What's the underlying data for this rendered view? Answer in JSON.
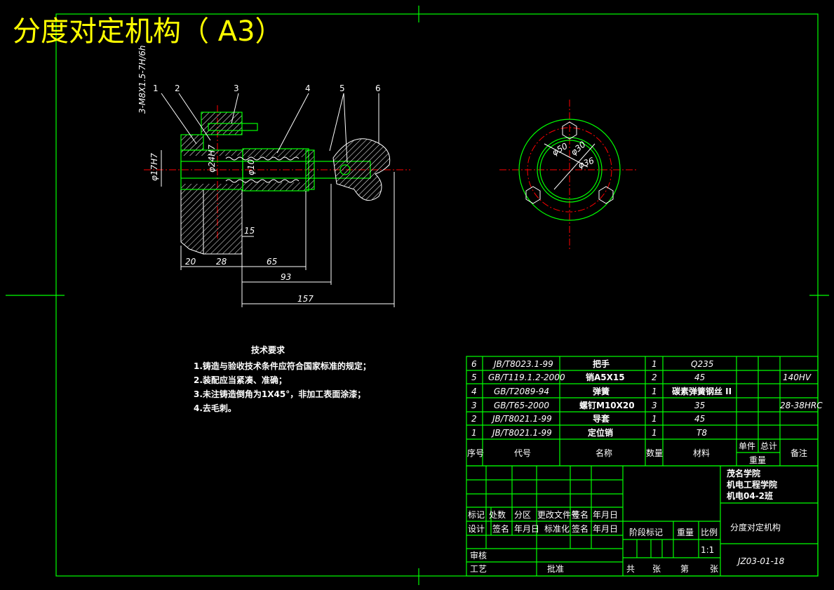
{
  "title": "分度对定机构（  A3）",
  "callouts": [
    "1",
    "2",
    "3",
    "4",
    "5",
    "6"
  ],
  "thread_note": "3-M8X1.5-7H/6h",
  "section_dims": [
    "φ17H7",
    "φ24H7",
    "φ10"
  ],
  "dims": [
    "20",
    "28",
    "65",
    "93",
    "157",
    "15"
  ],
  "end_view_dims": [
    "φ50",
    "φ30",
    "φ36"
  ],
  "tech_req": {
    "heading": "技术要求",
    "items": [
      "1.铸造与验收技术条件应符合国家标准的规定；",
      "2.装配应当紧凑、准确；",
      "3.未注铸造倒角为1X45°，非加工表面涂漆；",
      "4.去毛刺。"
    ]
  },
  "bom": [
    {
      "no": "6",
      "code": "JB/T8023.1-99",
      "name": "把手",
      "qty": "1",
      "material": "Q235",
      "note": ""
    },
    {
      "no": "5",
      "code": "GB/T119.1.2-2000",
      "name": "销A5X15",
      "qty": "2",
      "material": "45",
      "note": "140HV"
    },
    {
      "no": "4",
      "code": "GB/T2089-94",
      "name": "弹簧",
      "qty": "1",
      "material": "碳素弹簧钢丝 II",
      "note": ""
    },
    {
      "no": "3",
      "code": "GB/T65-2000",
      "name": "螺钉M10X20",
      "qty": "3",
      "material": "35",
      "note": "28-38HRC"
    },
    {
      "no": "2",
      "code": "JB/T8021.1-99",
      "name": "导套",
      "qty": "1",
      "material": "45",
      "note": ""
    },
    {
      "no": "1",
      "code": "JB/T8021.1-99",
      "name": "定位销",
      "qty": "1",
      "material": "T8",
      "note": ""
    }
  ],
  "bom_header": {
    "no": "序号",
    "code": "代号",
    "name": "名称",
    "qty": "数量",
    "material": "材料",
    "unit": "单件",
    "total": "总计",
    "weight": "重量",
    "note": "备注"
  },
  "title_block": {
    "school": "茂名学院",
    "college": "机电工程学院",
    "class": "机电04-2班",
    "drawing_title": "分度对定机构",
    "drawing_no": "JZ03-01-18",
    "scale": "1:1",
    "labels": {
      "mark": "标记",
      "count": "处数",
      "zone": "分区",
      "change_doc": "更改文件号",
      "sign": "签名",
      "date": "年月日",
      "design": "设计",
      "standard": "标准化",
      "stage": "阶段标记",
      "weight": "重量",
      "scale": "比例",
      "review": "审核",
      "process": "工艺",
      "approve": "批准",
      "total": "共",
      "sheet": "张",
      "page": "第",
      "sheet2": "张"
    }
  }
}
